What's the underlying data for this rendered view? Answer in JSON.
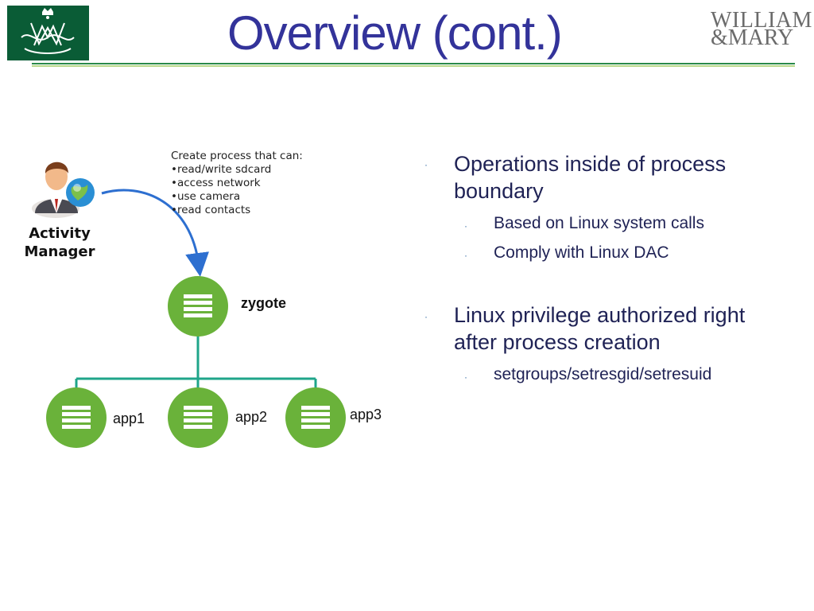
{
  "header": {
    "title": "Overview (cont.)",
    "logo_line1": "WILLIAM",
    "logo_line2": "&MARY",
    "colors": {
      "title": "#33339a",
      "crest_bg": "#0a5c36",
      "rule": "#2a8a4a"
    }
  },
  "diagram": {
    "callout": {
      "heading": "Create process that can:",
      "items": [
        "•read/write sdcard",
        "•access network",
        "•use camera",
        "•read contacts"
      ]
    },
    "activity_manager_label_line1": "Activity",
    "activity_manager_label_line2": "Manager",
    "nodes": {
      "zygote": "zygote",
      "app1": "app1",
      "app2": "app2",
      "app3": "app3"
    },
    "icons": {
      "activity_manager": "person-globe-icon",
      "process": "list-icon"
    },
    "colors": {
      "node": "#6ab23a",
      "connector": "#1fa58a",
      "arrow": "#2d6fd0"
    }
  },
  "bullets": {
    "dot": "·",
    "items": [
      {
        "text": "Operations inside of process boundary",
        "sub": [
          "Based on Linux system calls",
          "Comply with Linux DAC"
        ]
      },
      {
        "text": "Linux privilege authorized right after process creation",
        "sub": [
          "setgroups/setresgid/setresuid"
        ]
      }
    ]
  }
}
